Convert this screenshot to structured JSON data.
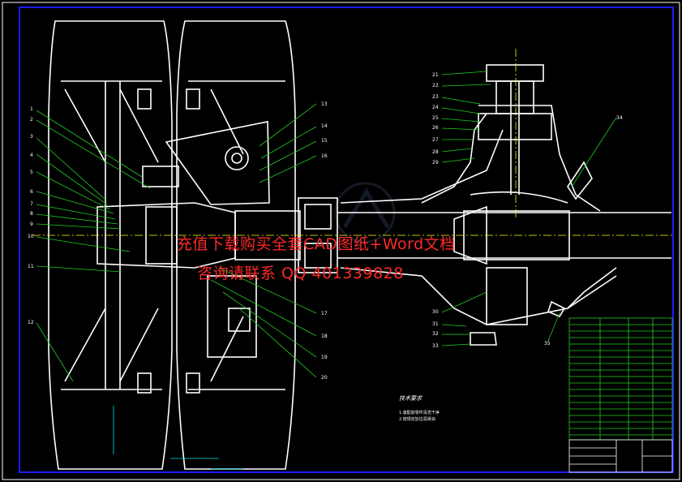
{
  "watermark": {
    "line1": "充值下载购买全套CAD图纸+Word文档",
    "line2": "咨询请联系 QQ 401339828"
  },
  "callouts": {
    "left": [
      "1",
      "2",
      "3",
      "4",
      "5",
      "6",
      "7",
      "8",
      "9",
      "10",
      "11",
      "12"
    ],
    "upper_right": [
      "13",
      "14",
      "15",
      "16"
    ],
    "lower_right": [
      "17",
      "18",
      "19",
      "20"
    ],
    "diff_left_top": [
      "21",
      "22",
      "23",
      "24",
      "25",
      "26",
      "27",
      "28",
      "29"
    ],
    "diff_left_bottom": [
      "30",
      "31",
      "32",
      "33"
    ],
    "diff_right": [
      "34",
      "35"
    ]
  },
  "tech_notes": {
    "title": "技术要求",
    "line1": "1.装配前零件清洗干净",
    "line2": "2.按规定加注润滑油"
  },
  "colors": {
    "frame": "#1c1cff",
    "linework": "#ffffff",
    "leader": "#22cc22",
    "centerline": "#ffff00",
    "dimension": "#00e5e5",
    "watermark": "#ff2a2a"
  }
}
